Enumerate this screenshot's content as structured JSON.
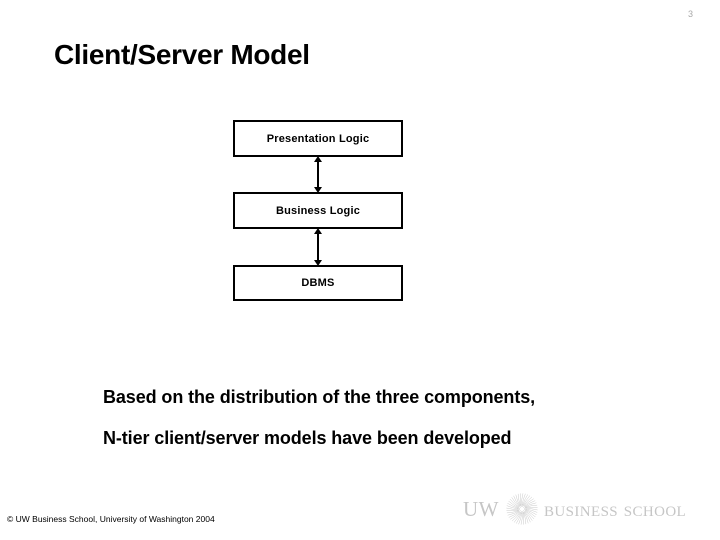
{
  "slide": {
    "page_number": "3",
    "title": "Client/Server Model",
    "background_color": "#ffffff",
    "text_color": "#000000",
    "page_number_color": "#a9a9a9"
  },
  "diagram": {
    "type": "layered-stack",
    "tiers": [
      {
        "label": "Presentation Logic"
      },
      {
        "label": "Business Logic"
      },
      {
        "label": "DBMS"
      }
    ],
    "connectors": [
      {
        "style": "double-headed-arrow",
        "from": "Presentation Logic",
        "to": "Business Logic"
      },
      {
        "style": "double-headed-arrow",
        "from": "Business Logic",
        "to": "DBMS"
      }
    ],
    "border_color": "#000000"
  },
  "body": {
    "lines": [
      "Based on the distribution of the three components,",
      "N-tier client/server models have been developed"
    ]
  },
  "footer": {
    "copyright": "© UW Business School, University of Washington 2004",
    "logo": {
      "initials": "UW",
      "emblem": "sunburst-emblem",
      "name": "Business School",
      "color": "#c6c6c6"
    }
  }
}
